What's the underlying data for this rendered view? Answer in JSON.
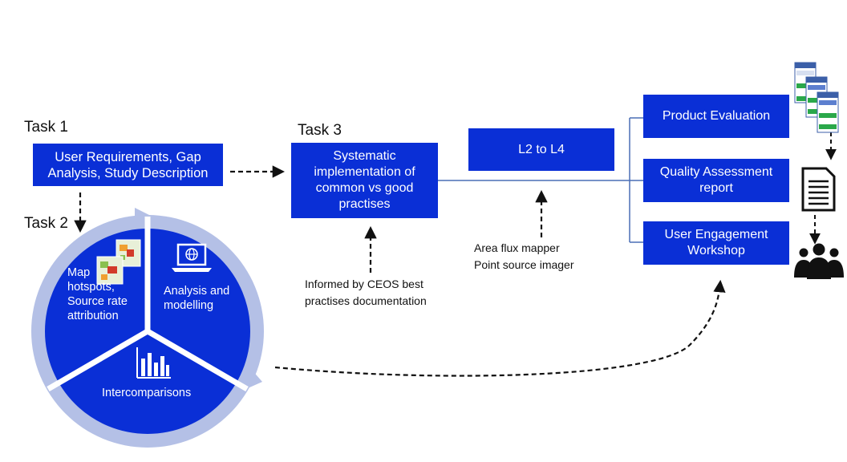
{
  "task1": {
    "label": "Task 1",
    "box_line1": "User Requirements, Gap",
    "box_line2": "Analysis, Study Description"
  },
  "task2": {
    "label": "Task 2",
    "map_text": "Map\nhotspots,\nSource rate\nattribution",
    "analysis_text": "Analysis and\nmodelling",
    "intercomparisons_text": "Intercomparisons"
  },
  "task3": {
    "label": "Task 3",
    "box_text": "Systematic\nimplementation of\ncommon vs good\npractises",
    "note": "Informed by CEOS best\npractises documentation"
  },
  "l2l4": {
    "box_text": "L2 to L4",
    "note": "Area flux mapper\nPoint source imager"
  },
  "outputs": {
    "product_evaluation": "Product Evaluation",
    "quality_assessment": "Quality Assessment\nreport",
    "user_engagement": "User Engagement\nWorkshop"
  },
  "icons": [
    "spreadsheet-stack-icon",
    "document-icon",
    "people-group-icon",
    "laptop-globe-icon",
    "bar-chart-icon",
    "heatmap-thumbnail-icon"
  ],
  "colors": {
    "box_fill": "#0a2fd6",
    "wheel_fill": "#0a2fd6",
    "wheel_ring": "#b4c0e6",
    "connector": "#4a6fb5",
    "text_on_box": "#ffffff"
  }
}
